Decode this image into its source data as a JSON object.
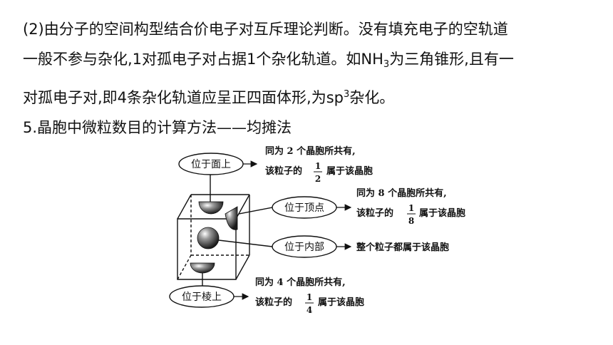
{
  "text": {
    "line1": "(2)由分子的空间构型结合价电子对互斥理论判断。没有填充电子的空轨道",
    "line2_a": "一般不参与杂化,1对孤电子对占据1个杂化轨道。如NH",
    "line2_sub": "3",
    "line2_b": "为三角锥形,且有一",
    "line3_a": "对孤电子对,即4条杂化轨道应呈正四面体形,为sp",
    "line3_sup": "3",
    "line3_b": "杂化。",
    "heading": "5.晶胞中微粒数目的计算方法——均摊法"
  },
  "diagram": {
    "face": {
      "label": "位于面上",
      "desc1": "同为 2 个晶胞所共有,",
      "desc2_pre": "该粒子的",
      "num": "1",
      "den": "2",
      "desc2_post": "属于该晶胞"
    },
    "vertex": {
      "label": "位于顶点",
      "desc1": "同为 8 个晶胞所共有,",
      "desc2_pre": "该粒子的",
      "num": "1",
      "den": "8",
      "desc2_post": "属于该晶胞"
    },
    "inside": {
      "label": "位于内部",
      "desc": "整个粒子都属于该晶胞"
    },
    "edge": {
      "label": "位于棱上",
      "desc1": "同为 4 个晶胞所共有,",
      "desc2_pre": "该粒子的",
      "num": "1",
      "den": "4",
      "desc2_post": "属于该晶胞"
    }
  }
}
